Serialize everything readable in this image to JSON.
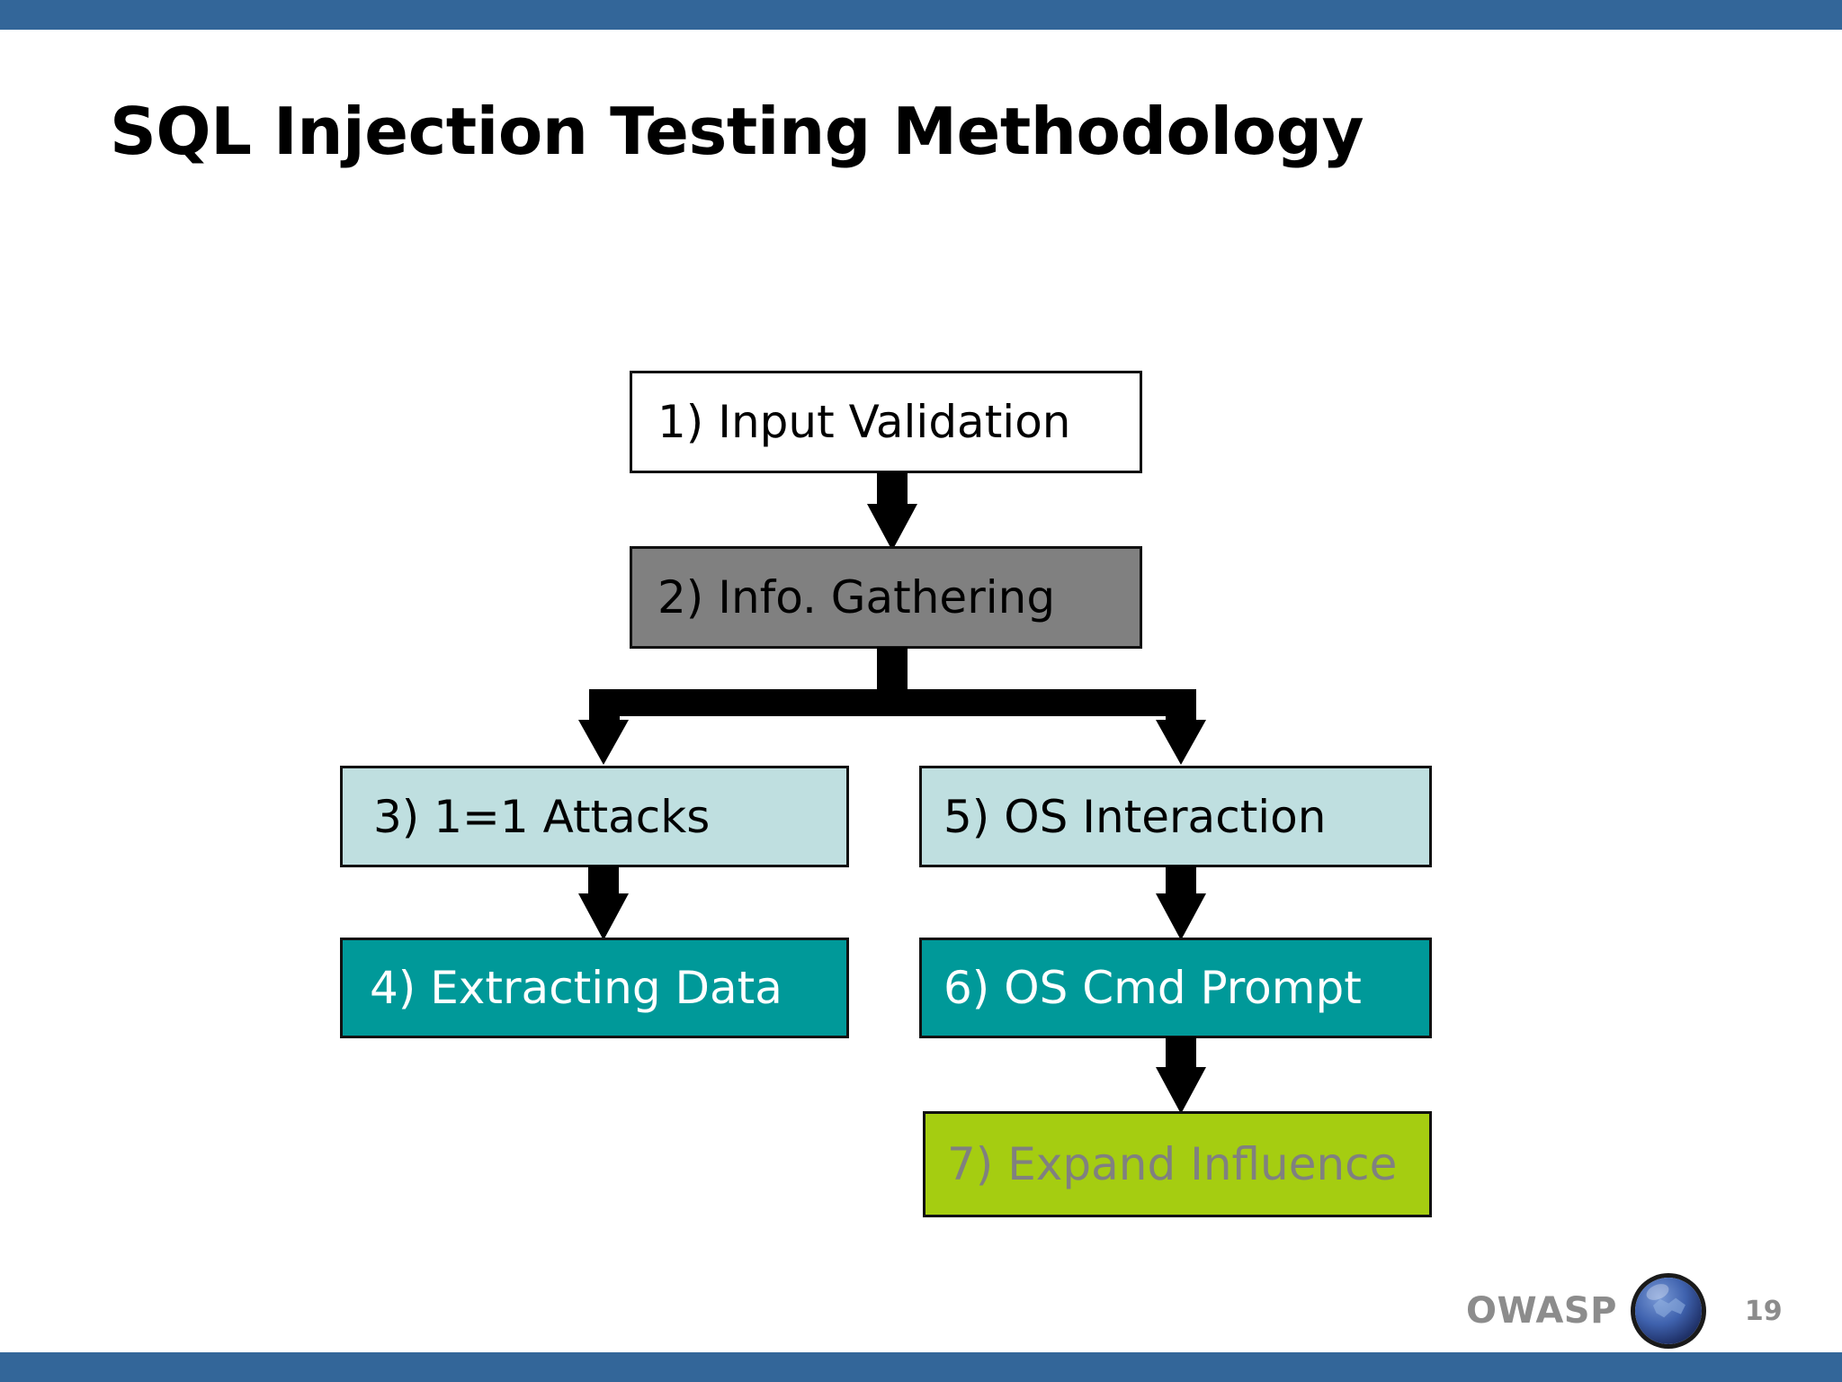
{
  "slide": {
    "title": "SQL Injection Testing Methodology",
    "accent_color": "#336699",
    "background_color": "#ffffff"
  },
  "chart_data": {
    "type": "diagram",
    "title": "SQL Injection Testing Methodology",
    "nodes": [
      {
        "id": "1",
        "label": "1) Input Validation",
        "fill": "#ffffff",
        "text_color": "#000000",
        "border_color": "#111111"
      },
      {
        "id": "2",
        "label": "2) Info. Gathering",
        "fill": "#808080",
        "text_color": "#000000",
        "border_color": "#111111"
      },
      {
        "id": "3",
        "label": "3) 1=1 Attacks",
        "fill": "#bfdfe0",
        "text_color": "#000000",
        "border_color": "#111111"
      },
      {
        "id": "4",
        "label": "4) Extracting Data",
        "fill": "#009999",
        "text_color": "#ffffff",
        "border_color": "#111111"
      },
      {
        "id": "5",
        "label": "5) OS Interaction",
        "fill": "#bfdfe0",
        "text_color": "#000000",
        "border_color": "#111111"
      },
      {
        "id": "6",
        "label": "6) OS Cmd Prompt",
        "fill": "#009999",
        "text_color": "#ffffff",
        "border_color": "#111111"
      },
      {
        "id": "7",
        "label": "7) Expand Influence",
        "fill": "#a5cd11",
        "text_color": "#808080",
        "border_color": "#111111"
      }
    ],
    "edges": [
      {
        "from": "1",
        "to": "2"
      },
      {
        "from": "2",
        "to": "3"
      },
      {
        "from": "2",
        "to": "5"
      },
      {
        "from": "3",
        "to": "4"
      },
      {
        "from": "5",
        "to": "6"
      },
      {
        "from": "6",
        "to": "7"
      }
    ],
    "edge_color": "#000000"
  },
  "footer": {
    "brand": "OWASP",
    "logo_icon": "owasp-globe-icon",
    "page_number": "19",
    "text_color": "#8c8c8c"
  }
}
